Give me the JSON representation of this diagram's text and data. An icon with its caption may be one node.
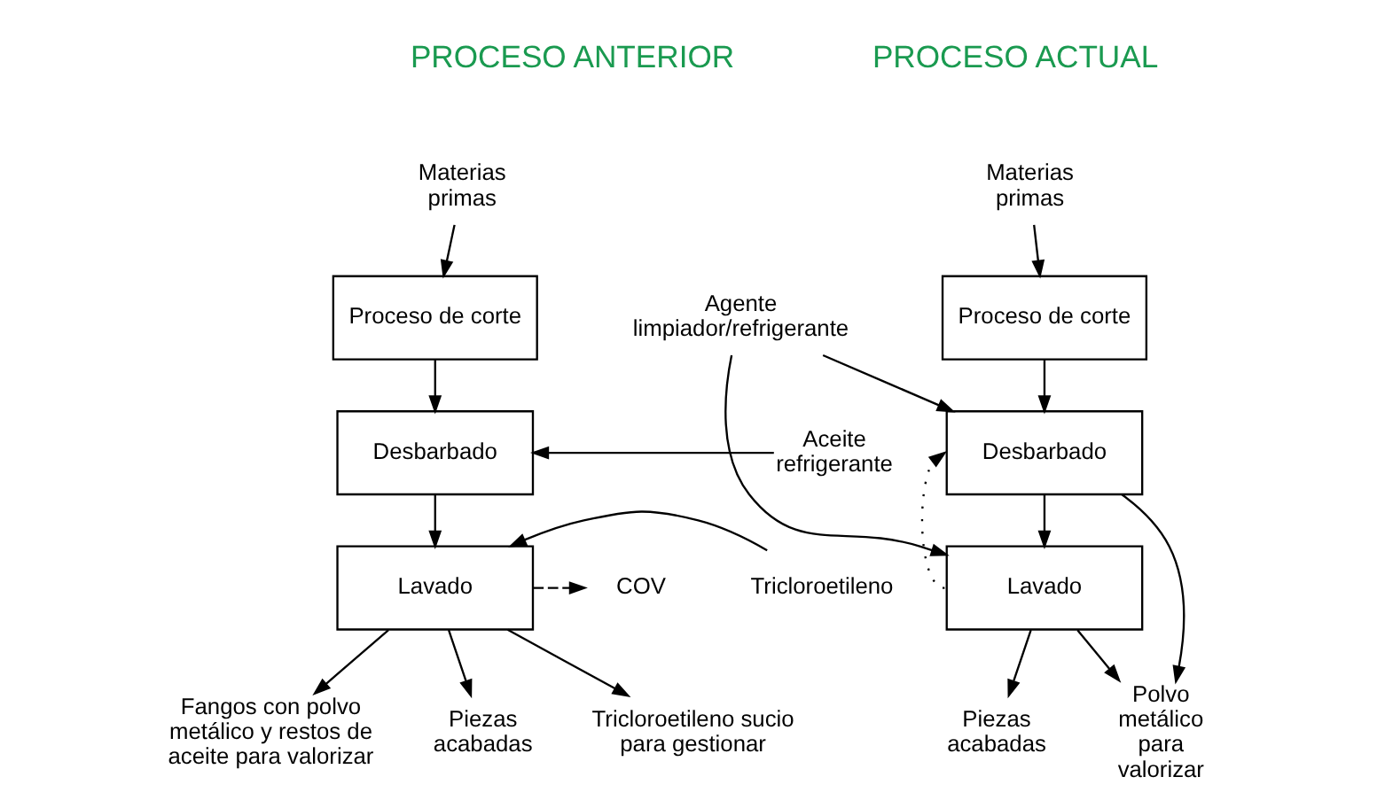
{
  "diagram": {
    "nodes": [
      {
        "text": [
          "Materias primas"
        ]
      },
      {
        "text": [
          "Proceso de corte"
        ]
      },
      {
        "text": [
          "Desbarbado"
        ]
      },
      {
        "text": [
          "Lavado"
        ]
      },
      {
        "text": [
          "Aceite refrigerante"
        ]
      },
      {
        "text": [
          "Tricloroetileno"
        ]
      },
      {
        "text": [
          "COV"
        ]
      },
      {
        "text": [
          "Fangos con polvo metálico y restos de aceite para valorizar"
        ]
      },
      {
        "text": [
          "Piezas acabadas"
        ]
      },
      {
        "text": [
          "Tricloroetileno sucio para gestionar"
        ]
      },
      {
        "text": [
          "Materias primas"
        ]
      },
      {
        "text": [
          "Proceso de corte"
        ]
      },
      {
        "text": [
          "Desbarbado"
        ]
      },
      {
        "text": [
          "Lavado"
        ]
      },
      {
        "text": [
          "Agente limpiador/refrigerante"
        ]
      },
      {
        "text": [
          "Piezas acabadas"
        ]
      },
      {
        "text": [
          "Polvo metálico para valorizar"
        ]
      }
    ],
    "edges": [
      {
        "from": 0,
        "to": 1,
        "arrow": "to"
      },
      {
        "from": 1,
        "to": 2,
        "arrow": "to"
      },
      {
        "from": 2,
        "to": 3,
        "arrow": "to"
      },
      {
        "from": 4,
        "to": 2,
        "arrow": "to"
      },
      {
        "from": 5,
        "to": 3,
        "arrow": "to"
      },
      {
        "from": 3,
        "to": 6,
        "arrow": "to",
        "style": "dashed"
      },
      {
        "from": 3,
        "to": 7,
        "arrow": "to"
      },
      {
        "from": 3,
        "to": 8,
        "arrow": "to"
      },
      {
        "from": 3,
        "to": 9,
        "arrow": "to"
      },
      {
        "from": 10,
        "to": 11,
        "arrow": "to"
      },
      {
        "from": 11,
        "to": 12,
        "arrow": "to"
      },
      {
        "from": 12,
        "to": 13,
        "arrow": "to"
      },
      {
        "from": 14,
        "to": 12,
        "arrow": "to"
      },
      {
        "from": 14,
        "to": 13,
        "arrow": "to"
      },
      {
        "from": 13,
        "to": 12,
        "arrow": "to",
        "style": "dashed"
      },
      {
        "from": 12,
        "to": 16,
        "arrow": "to"
      },
      {
        "from": 13,
        "to": 16,
        "arrow": "to"
      },
      {
        "from": 13,
        "to": 15,
        "arrow": "to"
      }
    ],
    "labels": [
      "PROCESO ANTERIOR",
      "PROCESO ACTUAL"
    ]
  }
}
